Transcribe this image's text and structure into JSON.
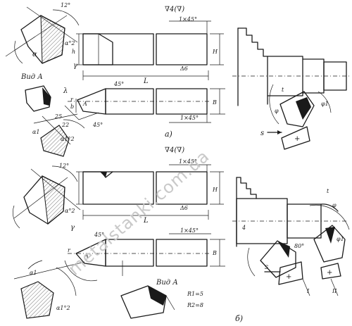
{
  "watermark": "metalstanki.com.ua",
  "figure_a": {
    "caption": "а)",
    "finish_mark": "∇4(∇)",
    "chamfer_top": "1×45°",
    "chamfer_bottom": "1×45°",
    "angle_45": "45°",
    "view_label": "Вид А",
    "dim_L": "L",
    "dim_H": "H",
    "dim_h": "h",
    "dim_B": "B",
    "dim_b": "b",
    "finish_6": "Δ6",
    "angle_12": "12°",
    "alpha": "α",
    "alpha_2": "α°2",
    "alpha_1": "α1",
    "alpha_1_2": "α1°2",
    "lambda": "λ",
    "gamma": "γ",
    "phi": "φ",
    "phi_1": "φ1",
    "r": "r",
    "a": "A",
    "t": "t",
    "s": "s",
    "plus": "+",
    "n_25": "25",
    "n_22": "22",
    "n_45": "45°"
  },
  "figure_b": {
    "caption": "б)",
    "finish_mark": "∇4(∇)",
    "chamfer_top": "1×45°",
    "chamfer_bottom": "1×45°",
    "angle_45": "45°",
    "view_label": "Вид А",
    "r1": "R1=5",
    "r2": "R2=8",
    "dim_L": "L",
    "dim_H": "H",
    "dim_B": "B",
    "finish_6": "Δ6",
    "angle_12": "12°",
    "alpha_2": "α°2",
    "alpha_1": "α1",
    "alpha_1_2": "α1°2",
    "gamma": "γ",
    "phi": "φ",
    "phi_1": "φ1",
    "r": "r",
    "a": "A",
    "t": "t",
    "s": "s",
    "plus": "+",
    "roman_1": "I",
    "roman_2": "II",
    "n_80": "80°",
    "n_4": "4"
  }
}
